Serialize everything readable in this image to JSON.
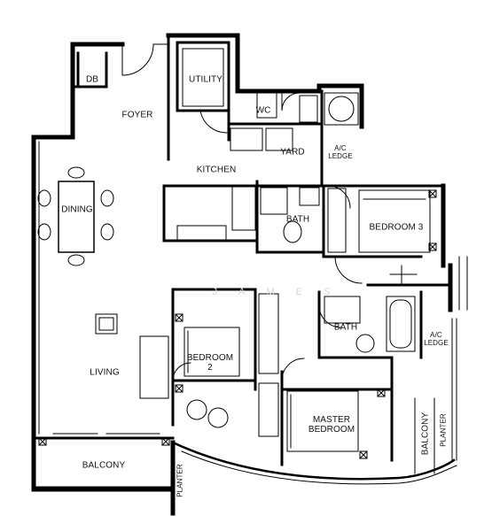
{
  "rooms": {
    "db": "DB",
    "foyer": "FOYER",
    "utility": "UTILITY",
    "wc": "WC",
    "yard": "YARD",
    "ac_ledge_top": [
      "A/C",
      "LEDGE"
    ],
    "kitchen": "KITCHEN",
    "dining": "DINING",
    "bath_1": "BATH",
    "bedroom_3": "BEDROOM 3",
    "bath_2": "BATH",
    "bedroom_2": [
      "BEDROOM",
      "2"
    ],
    "living": "LIVING",
    "ac_ledge_right": [
      "A/C",
      "LEDGE"
    ],
    "master_bedroom": [
      "MASTER",
      "BEDROOM"
    ],
    "balcony_left": "BALCONY",
    "planter_left": "PLANTER",
    "balcony_right": "BALCONY",
    "planter_right": "PLANTER"
  },
  "watermark": "JAMES"
}
